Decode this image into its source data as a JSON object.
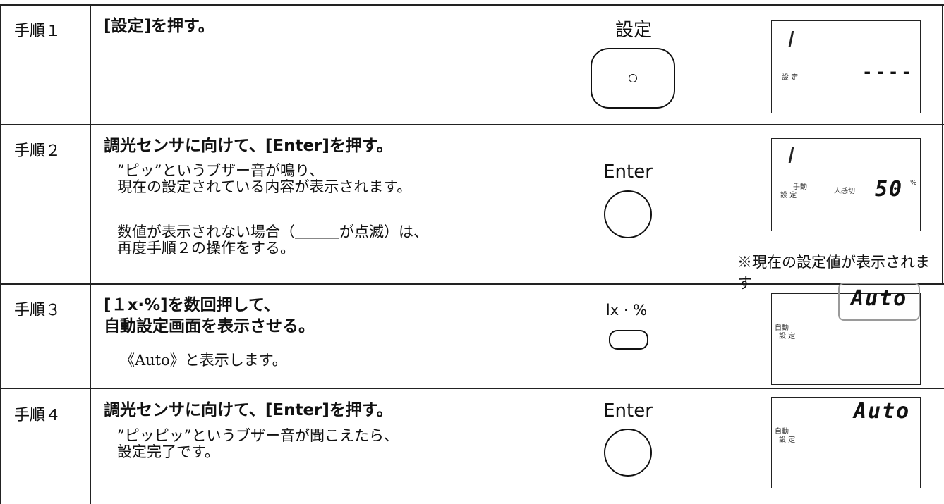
{
  "steps": [
    {
      "label": "手順１",
      "title_lines": [
        "[設定]を押す。"
      ],
      "desc_lines": [],
      "button": {
        "label": "設定",
        "shape": "rounded-rect"
      },
      "lcd": {
        "left_small": "設 定",
        "right_text": "----"
      }
    },
    {
      "label": "手順２",
      "title_lines": [
        "調光センサに向けて、[Enter]を押す。"
      ],
      "desc_lines": [
        "”ピッ”というブザー音が鳴り、",
        "現在の設定されている内容が表示されます。",
        "数値が表示されない場合（＿＿＿が点滅）は、",
        "再度手順２の操作をする。"
      ],
      "button": {
        "label": "Enter",
        "shape": "circle"
      },
      "lcd": {
        "left_small_top": "手動",
        "left_small": "設 定",
        "mid_small": "人感切",
        "right_text": "50",
        "unit": "%"
      },
      "note": "※現在の設定値が表示されます"
    },
    {
      "label": "手順３",
      "title_lines": [
        "[１x·%]を数回押して、",
        "自動設定画面を表示させる。"
      ],
      "desc_lines": [
        "《Auto》と表示します。"
      ],
      "button": {
        "label": "lx · %",
        "shape": "pill"
      },
      "lcd": {
        "left_small_top": "自動",
        "left_small": "設 定",
        "right_text": "Auto"
      }
    },
    {
      "label": "手順４",
      "title_lines": [
        "調光センサに向けて、[Enter]を押す。"
      ],
      "desc_lines": [
        "”ピッピッ”というブザー音が聞こえたら、",
        "設定完了です。"
      ],
      "button": {
        "label": "Enter",
        "shape": "circle"
      },
      "lcd": {
        "left_small_top": "自動",
        "left_small": "設 定",
        "right_text": "Auto"
      }
    }
  ]
}
